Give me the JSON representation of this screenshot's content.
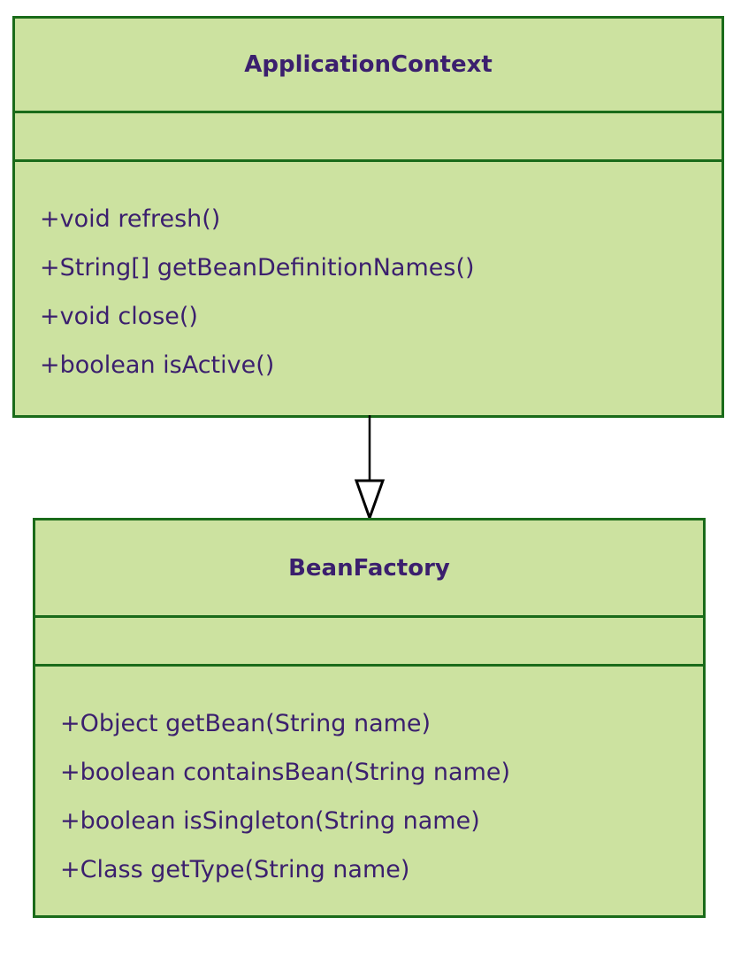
{
  "diagram": {
    "type": "uml-class-diagram",
    "background_color": "#ffffff",
    "class_fill_color": "#cce2a0",
    "class_border_color": "#1a6b1a",
    "text_color": "#3b1f6e",
    "classes": [
      {
        "name": "ApplicationContext",
        "attributes": [],
        "operations": [
          "+void refresh()",
          "+String[] getBeanDefinitionNames()",
          "+void close()",
          "+boolean isActive()"
        ]
      },
      {
        "name": "BeanFactory",
        "attributes": [],
        "operations": [
          "+Object getBean(String name)",
          "+boolean containsBean(String name)",
          "+boolean isSingleton(String name)",
          "+Class getType(String name)"
        ]
      }
    ],
    "relationships": [
      {
        "kind": "generalization",
        "source": "ApplicationContext",
        "target": "BeanFactory",
        "arrow": "hollow-triangle",
        "line_style": "solid",
        "line_color": "#000000"
      }
    ]
  }
}
